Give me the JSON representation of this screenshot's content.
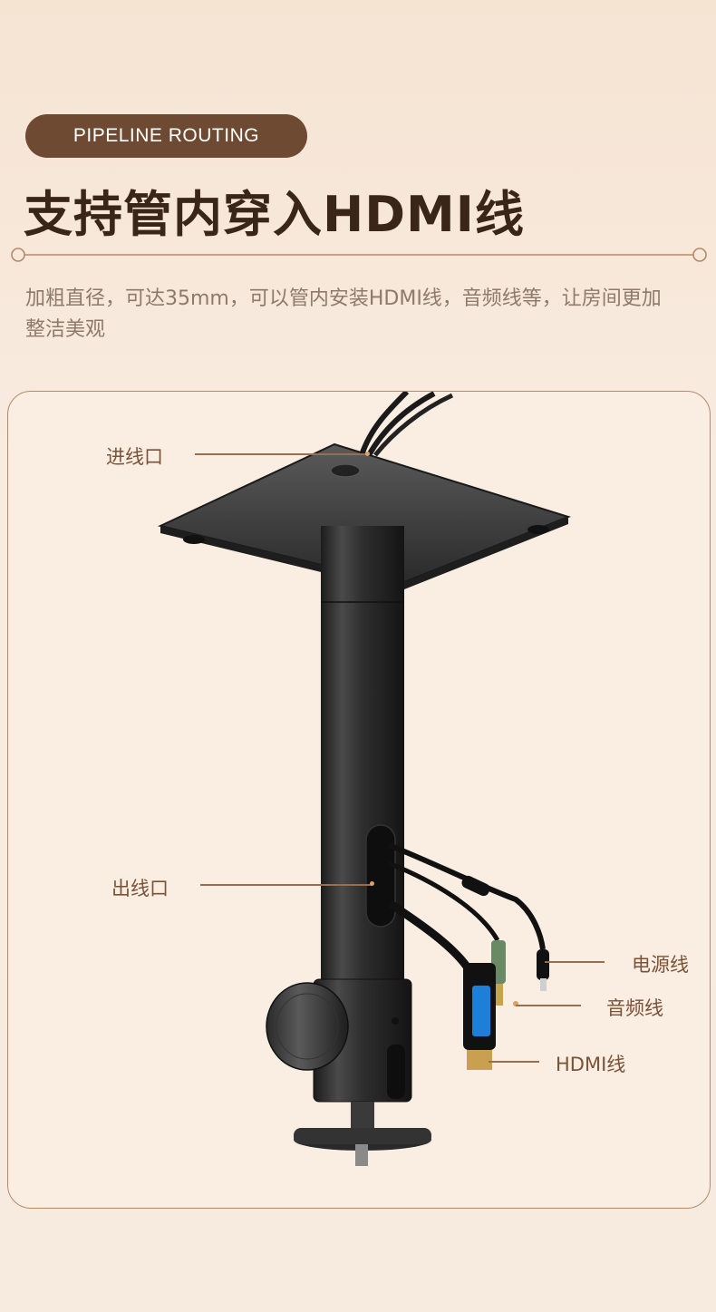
{
  "header": {
    "badge": "PIPELINE ROUTING",
    "title": "支持管内穿入HDMI线",
    "description": "加粗直径，可达35mm，可以管内安装HDMI线，音频线等，让房间更加整洁美观"
  },
  "callouts": {
    "inlet": "进线口",
    "outlet": "出线口",
    "power_cable": "电源线",
    "audio_cable": "音频线",
    "hdmi_cable": "HDMI线"
  },
  "colors": {
    "badge_bg": "#6e4a32",
    "title": "#3a2618",
    "accent_line": "#b58a6a",
    "label": "#7a5238"
  }
}
